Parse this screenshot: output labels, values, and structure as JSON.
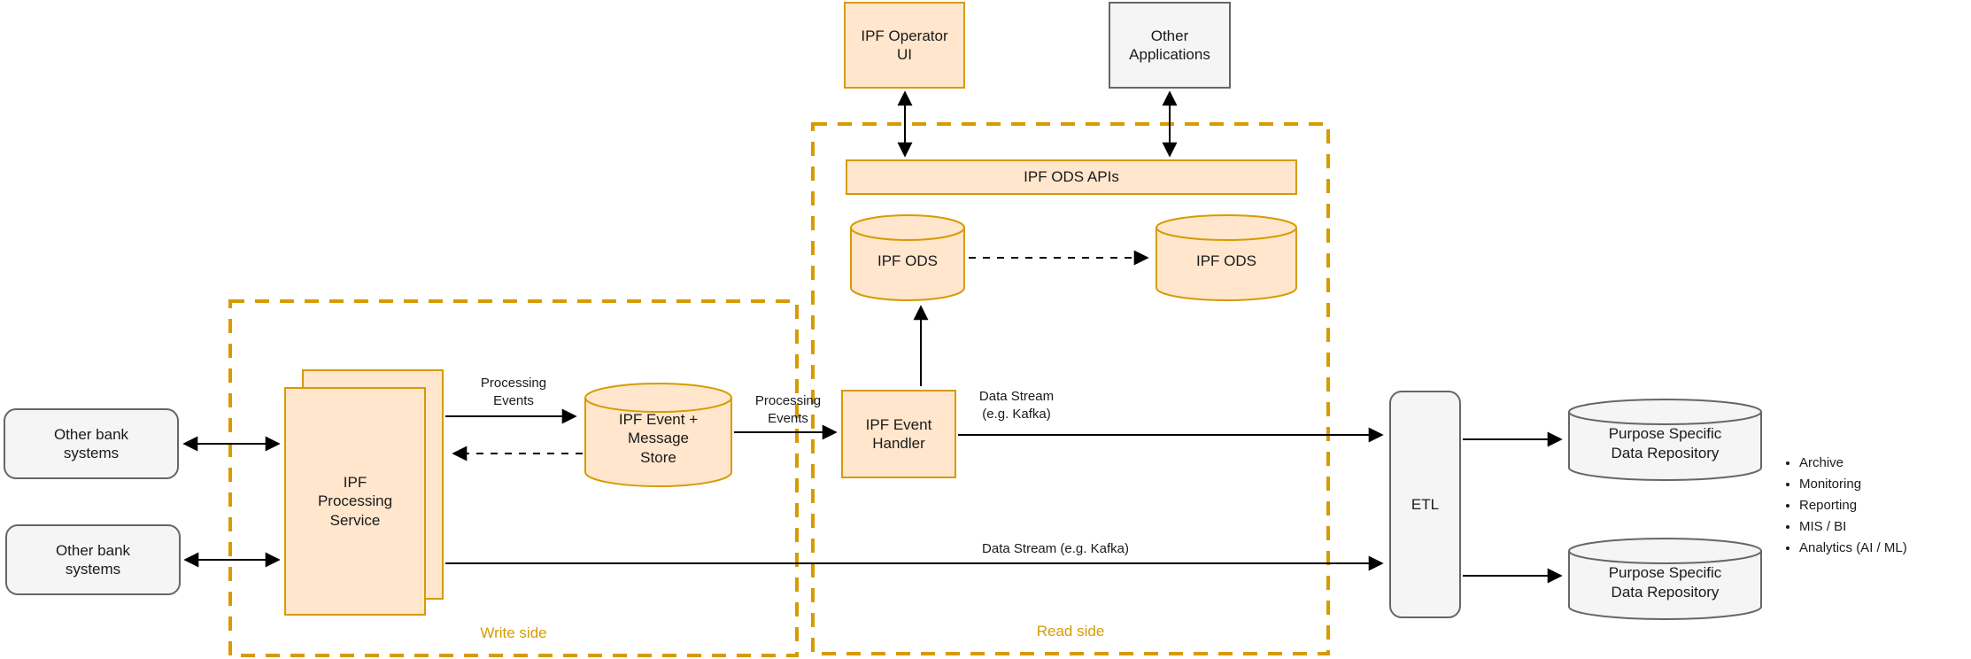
{
  "nodes": {
    "operator_ui": {
      "label": "IPF Operator\nUI"
    },
    "other_applications": {
      "label": "Other\nApplications"
    },
    "ods_apis": {
      "label": "IPF ODS APIs"
    },
    "ods_left": {
      "label": "IPF ODS"
    },
    "ods_right": {
      "label": "IPF ODS"
    },
    "event_handler": {
      "label": "IPF Event\nHandler"
    },
    "bank_top": {
      "label": "Other bank\nsystems"
    },
    "bank_bottom": {
      "label": "Other bank\nsystems"
    },
    "processing_service": {
      "label": "IPF\nProcessing\nService"
    },
    "event_store": {
      "label": "IPF Event +\nMessage\nStore"
    },
    "etl": {
      "label": "ETL"
    },
    "repo_top": {
      "label": "Purpose Specific\nData Repository"
    },
    "repo_bottom": {
      "label": "Purpose Specific\nData Repository"
    }
  },
  "containers": {
    "write_side": {
      "label": "Write side"
    },
    "read_side": {
      "label": "Read side"
    }
  },
  "edge_labels": {
    "processing_events_left": "Processing\nEvents",
    "processing_events_right": "Processing\nEvents",
    "data_stream_top": "Data Stream\n(e.g. Kafka)",
    "data_stream_bottom": "Data Stream (e.g. Kafka)"
  },
  "bullets": [
    "Archive",
    "Monitoring",
    "Reporting",
    "MIS / BI",
    "Analytics (AI / ML)"
  ],
  "colors": {
    "orange_fill": "#FFE6CC",
    "orange_stroke": "#D79B00",
    "gray_fill": "#F5F5F5",
    "gray_stroke": "#666666",
    "gold_dashed": "#D79B00",
    "arrow": "#000000",
    "text": "#1a1a1a"
  }
}
